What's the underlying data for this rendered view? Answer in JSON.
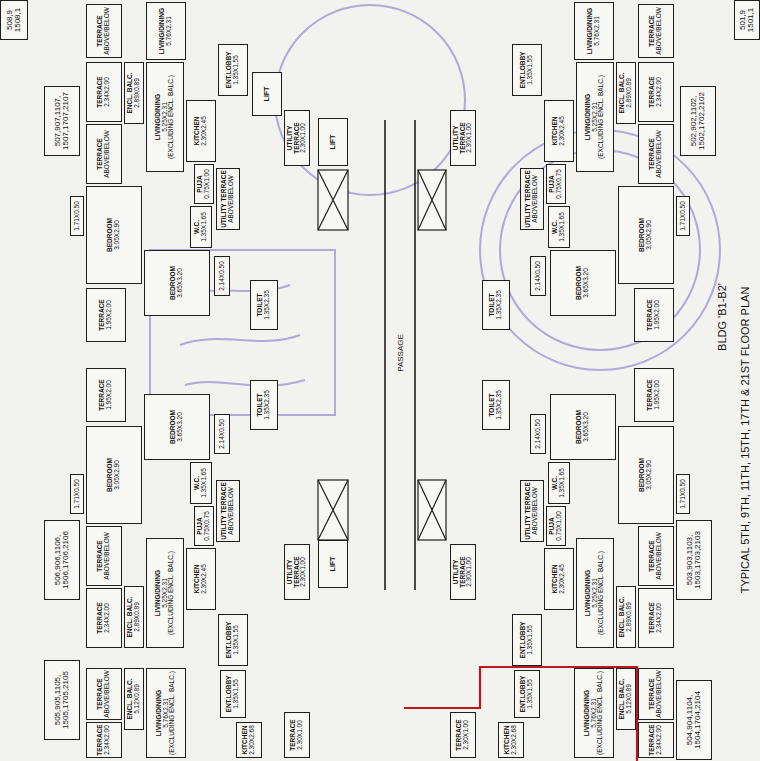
{
  "diagram": {
    "title": "TYPICAL 5TH, 9TH, 11TH, 15TH, 17TH & 21ST FLOOR PLAN",
    "nodes": [
      {
        "text": [
          "508,9 1508,1"
        ]
      },
      {
        "text": [
          "TERRACE",
          "ABOVE/BELOW"
        ]
      },
      {
        "text": [
          "LIVING/DINING",
          "5.76X2.31"
        ]
      },
      {
        "text": [
          "507,907,1107, 1507,1707,2107"
        ]
      },
      {
        "text": [
          "TERRACE",
          "2.34X2.00"
        ]
      },
      {
        "text": [
          "TERRACE",
          "ABOVE/BELOW"
        ]
      },
      {
        "text": [
          "ENCL. BALC.",
          "2.89X0.89"
        ]
      },
      {
        "text": [
          "LIVING/DINING",
          "5.25X2.31",
          "(EXCLUDING ENCL. BALC.)"
        ]
      },
      {
        "text": [
          "ENT.LOBBY",
          "1.35X1.55"
        ]
      },
      {
        "text": [
          "KITCHEN",
          "2.30X2.45"
        ]
      },
      {
        "text": [
          "UTILITY TERRACE",
          "2.30X1.00"
        ]
      },
      {
        "text": [
          "PUJA",
          "0.75X1.00"
        ]
      },
      {
        "text": [
          "UTILITY TERRACE",
          "ABOVE/BELOW"
        ]
      },
      {
        "text": [
          "W.C.",
          "1.35X1.65"
        ]
      },
      {
        "text": [
          "BEDROOM",
          "3.05X2.90"
        ]
      },
      {
        "text": [
          "1.71X0.50"
        ]
      },
      {
        "text": [
          "BEDROOM",
          "3.65X3.20"
        ]
      },
      {
        "text": [
          "2.14X0.50"
        ]
      },
      {
        "text": [
          "TOILET",
          "1.35X2.35"
        ]
      },
      {
        "text": [
          "TERRACE",
          "1.95X2.00"
        ]
      },
      {
        "text": [
          "506,906,1106, 1506,1706,2106"
        ]
      },
      {
        "text": [
          "TERRACE",
          "2.34X2.00"
        ]
      },
      {
        "text": [
          "TERRACE",
          "ABOVE/BELOW"
        ]
      },
      {
        "text": [
          "ENCL. BALC.",
          "2.89X0.89"
        ]
      },
      {
        "text": [
          "LIVING/DINING",
          "5.25X2.31",
          "(EXCLUDING ENCL. BALC.)"
        ]
      },
      {
        "text": [
          "ENT.LOBBY",
          "1.35X1.55"
        ]
      },
      {
        "text": [
          "KITCHEN",
          "2.30X2.45"
        ]
      },
      {
        "text": [
          "UTILITY TERRACE",
          "2.30X1.00"
        ]
      },
      {
        "text": [
          "PUJA",
          "0.75X0.75"
        ]
      },
      {
        "text": [
          "UTILITY TERRACE",
          "ABOVE/BELOW"
        ]
      },
      {
        "text": [
          "W.C.",
          "1.35X1.65"
        ]
      },
      {
        "text": [
          "BEDROOM",
          "3.05X2.90"
        ]
      },
      {
        "text": [
          "1.71X0.50"
        ]
      },
      {
        "text": [
          "BEDROOM",
          "3.65X3.20"
        ]
      },
      {
        "text": [
          "2.14X0.50"
        ]
      },
      {
        "text": [
          "TOILET",
          "1.35X2.35"
        ]
      },
      {
        "text": [
          "TERRACE",
          "1.95X2.00"
        ]
      },
      {
        "text": [
          "505,905,1105, 1505,1705,2105"
        ]
      },
      {
        "text": [
          "TERRACE",
          "ABOVE/BELOW"
        ]
      },
      {
        "text": [
          "TERRACE",
          "2.34X2.00"
        ]
      },
      {
        "text": [
          "ENCL. BALC.",
          "5.12X0.89"
        ]
      },
      {
        "text": [
          "LIVING/DINING",
          "5.76X2.31",
          "(EXCLUDING ENCL. BALC.)"
        ]
      },
      {
        "text": [
          "ENT.LOBBY",
          "1.35X1.55"
        ]
      },
      {
        "text": [
          "KITCHEN",
          "2.30X2.68"
        ]
      },
      {
        "text": [
          "TERRACE",
          "2.30X1.00"
        ]
      },
      {
        "text": [
          "LIFT"
        ]
      },
      {
        "text": [
          "LIFT"
        ]
      },
      {
        "text": [
          "LIFT"
        ]
      },
      {
        "text": [
          "501,9 1501,1"
        ]
      },
      {
        "text": [
          "TERRACE",
          "ABOVE/BELOW"
        ]
      },
      {
        "text": [
          "LIVING/DINING",
          "5.76X2.31"
        ]
      },
      {
        "text": [
          "502,902,1102, 1502,1702,2102"
        ]
      },
      {
        "text": [
          "TERRACE",
          "2.34X2.00"
        ]
      },
      {
        "text": [
          "TERRACE",
          "ABOVE/BELOW"
        ]
      },
      {
        "text": [
          "ENCL. BALC.",
          "2.89X0.89"
        ]
      },
      {
        "text": [
          "LIVING/DINING",
          "5.25X2.31",
          "(EXCLUDING ENCL. BALC.)"
        ]
      },
      {
        "text": [
          "ENT.LOBBY",
          "1.35X1.55"
        ]
      },
      {
        "text": [
          "KITCHEN",
          "2.30X2.45"
        ]
      },
      {
        "text": [
          "UTILITY TERRACE",
          "2.30X1.00"
        ]
      },
      {
        "text": [
          "PUJA",
          "0.75X0.75"
        ]
      },
      {
        "text": [
          "UTILITY TERRACE",
          "ABOVE/BELOW"
        ]
      },
      {
        "text": [
          "W.C.",
          "1.35X1.65"
        ]
      },
      {
        "text": [
          "BEDROOM",
          "3.05X2.90"
        ]
      },
      {
        "text": [
          "1.71X0.50"
        ]
      },
      {
        "text": [
          "BEDROOM",
          "3.65X3.20"
        ]
      },
      {
        "text": [
          "2.14X0.50"
        ]
      },
      {
        "text": [
          "TOILET",
          "1.35X2.35"
        ]
      },
      {
        "text": [
          "TERRACE",
          "1.95X2.00"
        ]
      },
      {
        "text": [
          "503,903,1103, 1503,1703,2103"
        ]
      },
      {
        "text": [
          "TERRACE",
          "2.34X2.00"
        ]
      },
      {
        "text": [
          "TERRACE",
          "ABOVE/BELOW"
        ]
      },
      {
        "text": [
          "ENCL. BALC.",
          "2.89X0.89"
        ]
      },
      {
        "text": [
          "LIVING/DINING",
          "5.25X2.31",
          "(EXCLUDING ENCL. BALC.)"
        ]
      },
      {
        "text": [
          "ENT.LOBBY",
          "1.35X1.55"
        ]
      },
      {
        "text": [
          "KITCHEN",
          "2.30X2.45"
        ]
      },
      {
        "text": [
          "UTILITY TERRACE",
          "2.30X1.00"
        ]
      },
      {
        "text": [
          "PUJA",
          "0.75X1.00"
        ]
      },
      {
        "text": [
          "UTILITY TERRACE",
          "ABOVE/BELOW"
        ]
      },
      {
        "text": [
          "W.C.",
          "1.35X1.65"
        ]
      },
      {
        "text": [
          "BEDROOM",
          "3.05X2.90"
        ]
      },
      {
        "text": [
          "1.71X0.50"
        ]
      },
      {
        "text": [
          "BEDROOM",
          "3.65X3.20"
        ]
      },
      {
        "text": [
          "2.14X0.50"
        ]
      },
      {
        "text": [
          "TOILET",
          "1.35X2.35"
        ]
      },
      {
        "text": [
          "TERRACE",
          "1.95X2.00"
        ]
      },
      {
        "text": [
          "504,904,1104, 1504,1704,2104"
        ]
      },
      {
        "text": [
          "TERRACE",
          "ABOVE/BELOW"
        ]
      },
      {
        "text": [
          "TERRACE",
          "2.34X2.00"
        ]
      },
      {
        "text": [
          "ENCL. BALC.",
          "5.12X0.89"
        ]
      },
      {
        "text": [
          "LIVING/DINING",
          "5.76X2.31",
          "(EXCLUDING ENCL. BALC.)"
        ]
      },
      {
        "text": [
          "ENT.LOBBY",
          "1.35X1.55"
        ]
      },
      {
        "text": [
          "KITCHEN",
          "2.30X2.68"
        ]
      },
      {
        "text": [
          "TERRACE",
          "2.30X1.00"
        ]
      }
    ],
    "labels": [
      "PASSAGE",
      "BLDG 'B1-B2'"
    ]
  }
}
